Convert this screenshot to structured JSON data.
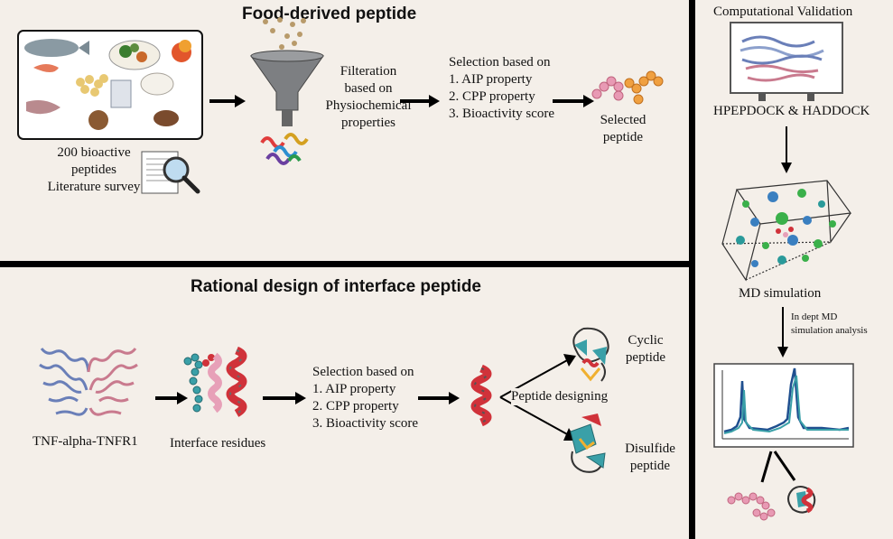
{
  "top": {
    "title": "Food-derived peptide",
    "literature": [
      "200 bioactive",
      "peptides",
      "Literature survey"
    ],
    "filtration": [
      "Filteration",
      "based on",
      "Physiochemical",
      "properties"
    ],
    "selection_heading": "Selection based on",
    "criteria": [
      "1. AIP property",
      "2. CPP property",
      "3. Bioactivity score"
    ],
    "selected": [
      "Selected",
      "peptide"
    ]
  },
  "bottom": {
    "title": "Rational design of interface peptide",
    "complex_label": "TNF-alpha-TNFR1",
    "interface_label": "Interface residues",
    "selection_heading": "Selection based on",
    "criteria": [
      "1. AIP property",
      "2. CPP property",
      "3. Bioactivity score"
    ],
    "designing_label": "Peptide designing",
    "cyclic": [
      "Cyclic",
      "peptide"
    ],
    "disulfide": [
      "Disulfide",
      "peptide"
    ]
  },
  "right": {
    "title": "Computational Validation",
    "docking": "HPEPDOCK & HADDOCK",
    "md_label": "MD simulation",
    "analysis": [
      "In dept MD",
      "simulation analysis"
    ]
  },
  "colors": {
    "divider": "#000000",
    "background": "#f4efe9",
    "helix_red": "#d0323a",
    "teal": "#3aa0a8",
    "pink": "#e7a0b8",
    "funnel_gray": "#7d7f82"
  },
  "icons": [
    "food-plate-icon",
    "document-magnifier-icon",
    "funnel-icon",
    "peptide-chain-icon",
    "protein-complex-icon",
    "helix-icon",
    "cyclic-peptide-icon",
    "disulfide-peptide-icon",
    "monitor-icon",
    "simulation-box-icon",
    "plot-window-icon"
  ]
}
